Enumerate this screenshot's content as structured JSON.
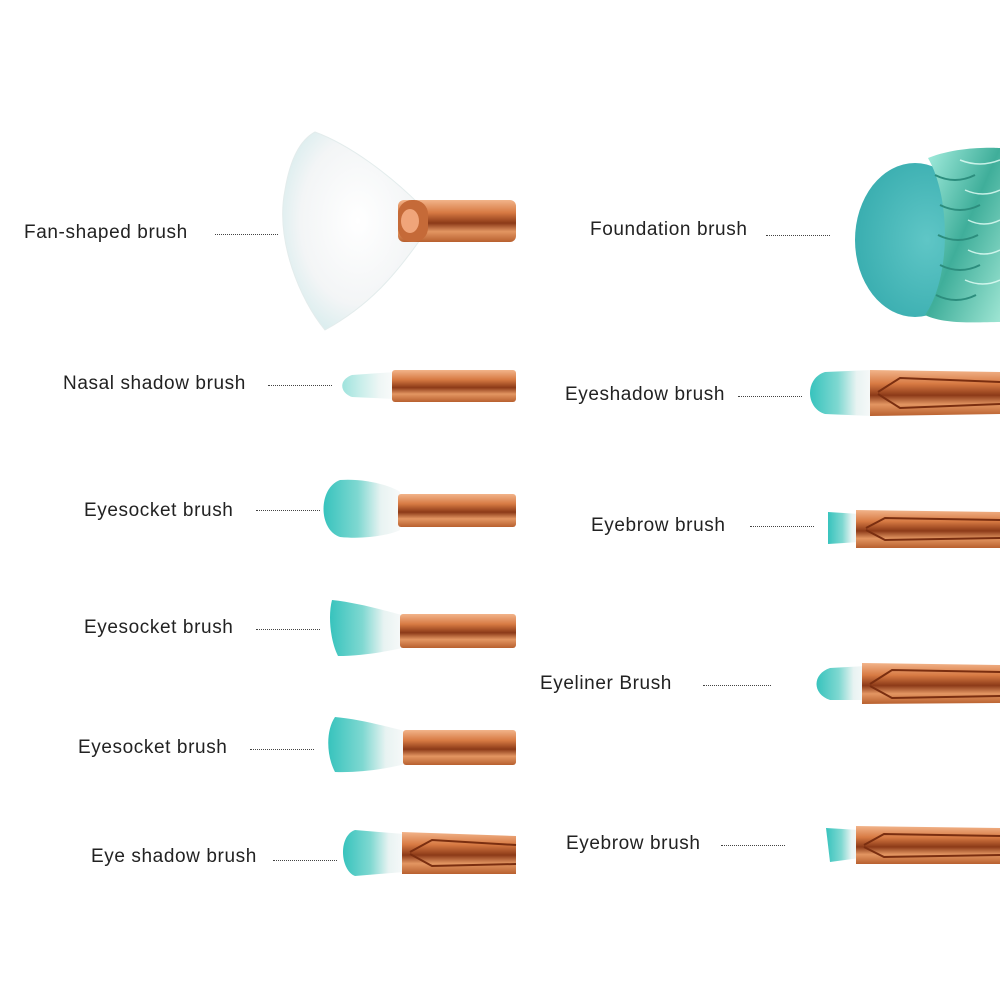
{
  "labels": {
    "fan": "Fan-shaped brush",
    "foundation": "Foundation brush",
    "nasal_shadow": "Nasal shadow brush",
    "eyeshadow": "Eyeshadow brush",
    "eyesocket_1": "Eyesocket brush",
    "eyebrow_1": "Eyebrow brush",
    "eyesocket_2": "Eyesocket brush",
    "eyeliner": "Eyeliner Brush",
    "eyesocket_3": "Eyesocket brush",
    "eye_shadow": "Eye shadow brush",
    "eyebrow_2": "Eyebrow brush"
  },
  "colors": {
    "bristle_white": "#f4f7f7",
    "bristle_teal": "#3cc6c0",
    "handle_copper": "#d9824f",
    "handle_dark": "#8a3a1c",
    "mermaid_green": "#5fcab6"
  }
}
